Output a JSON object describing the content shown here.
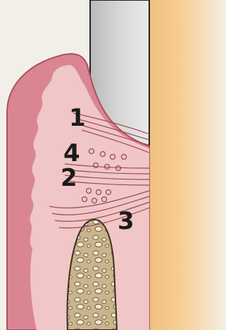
{
  "labels": {
    "label_1": "1",
    "label_2": "2",
    "label_3": "3",
    "label_4": "4"
  },
  "colors": {
    "background": "#f2efe9",
    "gingiva_outer": "#d97a86",
    "gingiva_inner": "#f0c3c5",
    "tooth_enamel": "#c9c9c9",
    "tooth_root": "#f3c48a",
    "bone": "#c8b48c",
    "fiber_lines": "#9b4a55"
  }
}
